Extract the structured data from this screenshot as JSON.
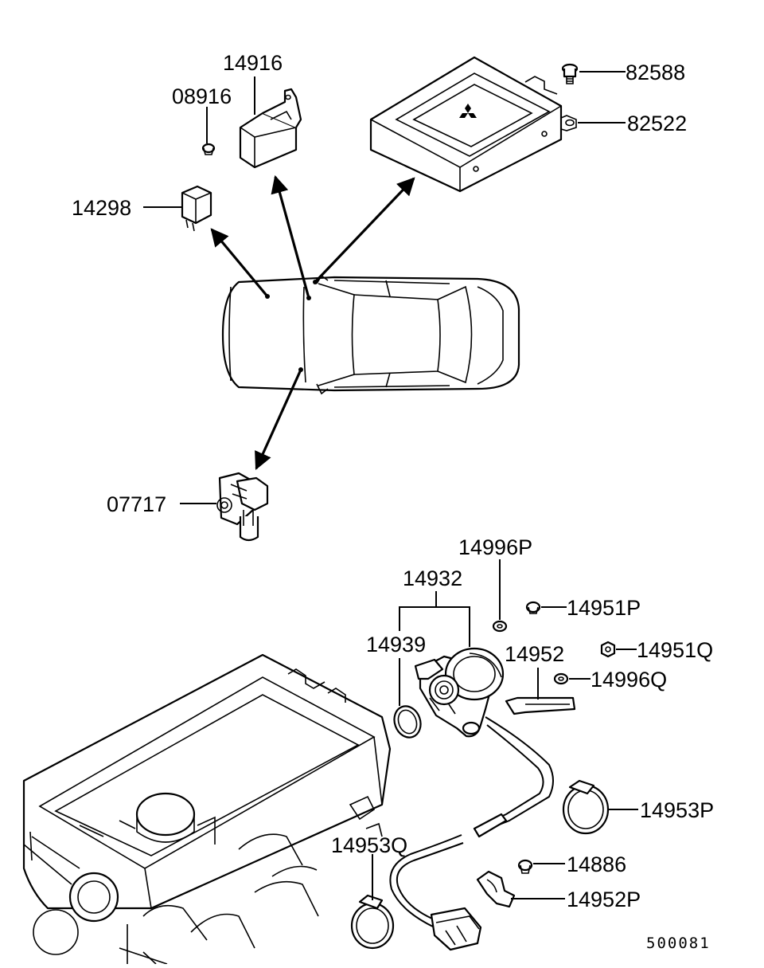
{
  "diagram": {
    "part_labels": {
      "p14916": "14916",
      "p08916": "08916",
      "p82588": "82588",
      "p82522": "82522",
      "p14298": "14298",
      "p07717": "07717",
      "p14996P": "14996P",
      "p14932": "14932",
      "p14951P": "14951P",
      "p14939": "14939",
      "p14952": "14952",
      "p14951Q": "14951Q",
      "p14996Q": "14996Q",
      "p14953P": "14953P",
      "p14953Q": "14953Q",
      "p14886": "14886",
      "p14952P": "14952P"
    },
    "reference_number": "500081"
  }
}
